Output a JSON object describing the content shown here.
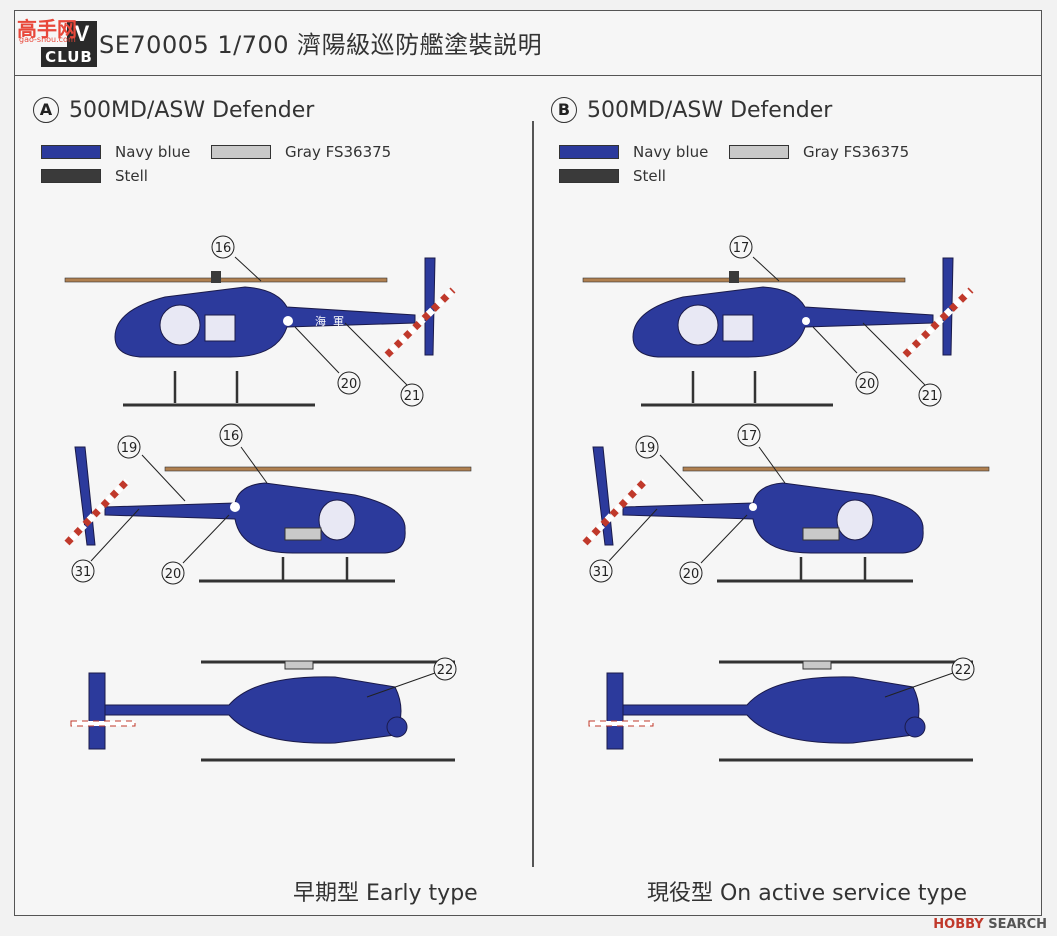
{
  "logo": {
    "box_text": "CLUB",
    "box_letter": "V",
    "watermark_chars": "高手网",
    "watermark_url": "gao-shou.com"
  },
  "title": "SE70005 1/700 濟陽級巡防艦塗裝説明",
  "colors": {
    "navy_blue": "#2c3a9c",
    "gray": "#c9c9c9",
    "steel": "#3a3a3a",
    "stripe_red": "#c0392b"
  },
  "panels": [
    {
      "letter": "A",
      "heading": "500MD/ASW Defender",
      "legend": [
        {
          "label": "Navy blue",
          "color": "#2c3a9c"
        },
        {
          "label": "Gray FS36375",
          "color": "#c9c9c9"
        },
        {
          "label": "Stell",
          "color": "#3a3a3a"
        }
      ],
      "side_callouts": [
        "16",
        "20",
        "21"
      ],
      "left_callouts": [
        "19",
        "16",
        "31",
        "20"
      ],
      "top_callouts": [
        "22"
      ],
      "insignia_text": [
        "海",
        "軍"
      ],
      "caption": "早期型 Early type"
    },
    {
      "letter": "B",
      "heading": "500MD/ASW Defender",
      "legend": [
        {
          "label": "Navy blue",
          "color": "#2c3a9c"
        },
        {
          "label": "Gray FS36375",
          "color": "#c9c9c9"
        },
        {
          "label": "Stell",
          "color": "#3a3a3a"
        }
      ],
      "side_callouts": [
        "17",
        "20",
        "21"
      ],
      "left_callouts": [
        "19",
        "17",
        "31",
        "20"
      ],
      "top_callouts": [
        "22"
      ],
      "caption": "現役型 On active service type"
    }
  ],
  "watermark": {
    "brand": "HOBBY",
    "suffix": "SEARCH"
  }
}
